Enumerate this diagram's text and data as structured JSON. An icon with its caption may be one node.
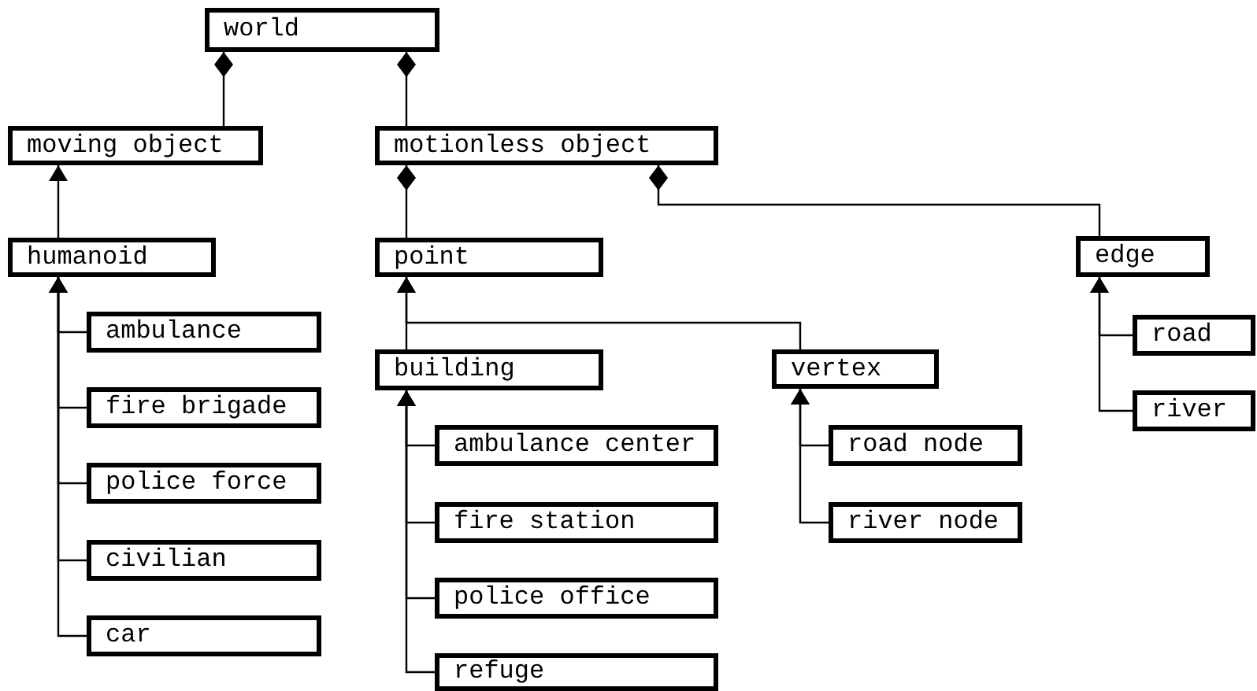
{
  "diagram": {
    "nodes": [
      {
        "text": [
          "world"
        ]
      },
      {
        "text": [
          "moving object"
        ]
      },
      {
        "text": [
          "motionless object"
        ]
      },
      {
        "text": [
          "humanoid"
        ]
      },
      {
        "text": [
          "ambulance"
        ]
      },
      {
        "text": [
          "fire brigade"
        ]
      },
      {
        "text": [
          "police force"
        ]
      },
      {
        "text": [
          "civilian"
        ]
      },
      {
        "text": [
          "car"
        ]
      },
      {
        "text": [
          "point"
        ]
      },
      {
        "text": [
          "building"
        ]
      },
      {
        "text": [
          "ambulance center"
        ]
      },
      {
        "text": [
          "fire station"
        ]
      },
      {
        "text": [
          "police office"
        ]
      },
      {
        "text": [
          "refuge"
        ]
      },
      {
        "text": [
          "vertex"
        ]
      },
      {
        "text": [
          "road node"
        ]
      },
      {
        "text": [
          "river node"
        ]
      },
      {
        "text": [
          "edge"
        ]
      },
      {
        "text": [
          "road"
        ]
      },
      {
        "text": [
          "river"
        ]
      }
    ],
    "edges": [
      {
        "from": 1,
        "to": 0,
        "arrow": "other"
      },
      {
        "from": 2,
        "to": 0,
        "arrow": "other"
      },
      {
        "from": 3,
        "to": 1,
        "arrow": "to"
      },
      {
        "from": 4,
        "to": 3,
        "arrow": "to"
      },
      {
        "from": 5,
        "to": 3,
        "arrow": "to"
      },
      {
        "from": 6,
        "to": 3,
        "arrow": "to"
      },
      {
        "from": 7,
        "to": 3,
        "arrow": "to"
      },
      {
        "from": 8,
        "to": 3,
        "arrow": "to"
      },
      {
        "from": 9,
        "to": 2,
        "arrow": "other"
      },
      {
        "from": 18,
        "to": 2,
        "arrow": "other"
      },
      {
        "from": 10,
        "to": 9,
        "arrow": "to"
      },
      {
        "from": 15,
        "to": 9,
        "arrow": "to"
      },
      {
        "from": 11,
        "to": 10,
        "arrow": "to"
      },
      {
        "from": 12,
        "to": 10,
        "arrow": "to"
      },
      {
        "from": 13,
        "to": 10,
        "arrow": "to"
      },
      {
        "from": 14,
        "to": 10,
        "arrow": "to"
      },
      {
        "from": 16,
        "to": 15,
        "arrow": "to"
      },
      {
        "from": 17,
        "to": 15,
        "arrow": "to"
      },
      {
        "from": 19,
        "to": 18,
        "arrow": "to"
      },
      {
        "from": 20,
        "to": 18,
        "arrow": "to"
      }
    ]
  }
}
